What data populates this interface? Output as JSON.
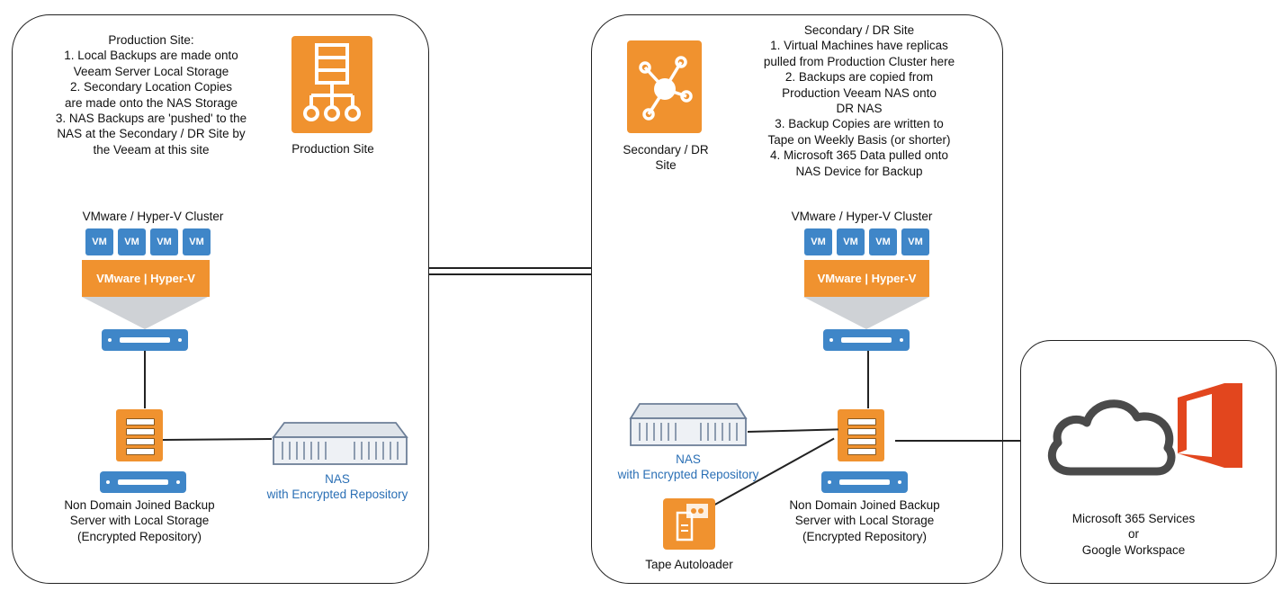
{
  "production": {
    "notes": "Production Site:\n1. Local Backups are made onto\nVeeam Server Local Storage\n2. Secondary Location Copies\nare made onto the NAS Storage\n3. NAS Backups are 'pushed' to the\nNAS at the Secondary / DR Site by\nthe Veeam at this site",
    "site_label": "Production Site",
    "cluster_label": "VMware / Hyper-V Cluster",
    "vm_label": "VM",
    "hypervisor_label": "VMware | Hyper-V",
    "backup_server_label": "Non Domain Joined Backup\nServer with Local Storage\n(Encrypted Repository)",
    "nas_label": "NAS\nwith Encrypted Repository"
  },
  "secondary": {
    "notes": "Secondary / DR Site\n1. Virtual Machines have replicas\npulled from Production Cluster here\n2. Backups are copied from\nProduction Veeam NAS onto\nDR NAS\n3. Backup Copies are written to\nTape on Weekly Basis (or shorter)\n4. Microsoft 365 Data pulled onto\nNAS Device for Backup",
    "site_label": "Secondary / DR\nSite",
    "cluster_label": "VMware / Hyper-V Cluster",
    "vm_label": "VM",
    "hypervisor_label": "VMware | Hyper-V",
    "backup_server_label": "Non Domain Joined Backup\nServer with Local Storage\n(Encrypted Repository)",
    "nas_label": "NAS\nwith Encrypted Repository",
    "tape_label": "Tape Autoloader"
  },
  "cloud": {
    "label": "Microsoft 365 Services\nor\nGoogle Workspace"
  },
  "colors": {
    "orange": "#f0922f",
    "blue": "#3f86c8",
    "office_red": "#e2461e"
  },
  "icons": [
    "network-hierarchy-icon",
    "hub-network-icon",
    "server-icon",
    "storage-server-icon",
    "nas-device-icon",
    "tape-autoloader-icon",
    "cloud-icon",
    "office-icon"
  ]
}
